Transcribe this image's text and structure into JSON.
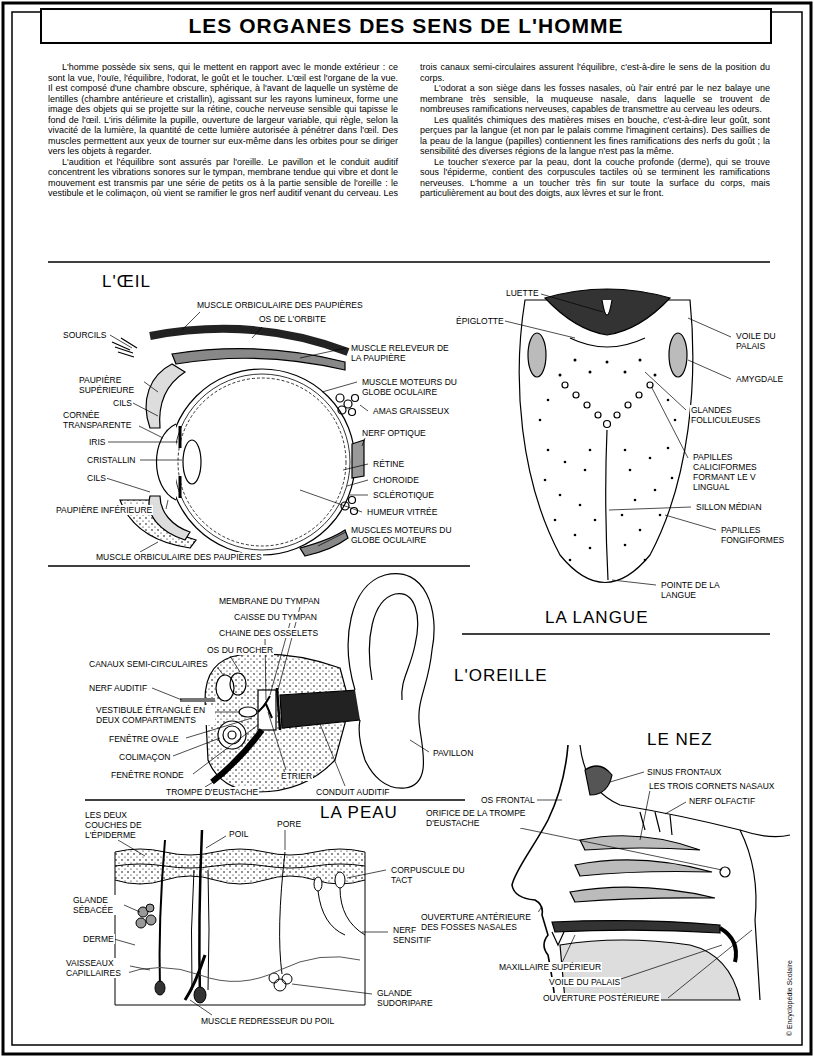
{
  "diagram": {
    "title": "LES ORGANES DES SENS DE L'HOMME",
    "labels": [
      "L'homme possède six sens, qui le mettent en rapport avec le monde extérieur : ce sont la vue, l'ouïe, l'équilibre, l'odorat, le goût et le toucher. L'œil est l'organe de la vue. Il est composé d'une chambre obscure, sphérique, à l'avant de laquelle un système de lentilles (chambre antérieure et cristallin), agissant sur les rayons lumineux, forme une image des objets qui se projette sur la rétine, couche nerveuse sensible qui tapisse le fond de l'œil. L'iris délimite la pupille, ouverture de largeur variable, qui règle, selon la vivacité de la lumière, la quantité de cette lumière autorisée à pénétrer dans l'œil. Des muscles permettent aux yeux de tourner sur eux-même dans les orbites pour se diriger vers les objets à regarder.",
      "L'audition et l'équilibre sont assurés par l'oreille. Le pavillon et le conduit auditif concentrent les vibrations sonores sur le tympan, membrane tendue qui vibre et dont le mouvement est transmis par une série de petits os à la partie sensible de l'oreille : le vestibule et le colimaçon, où vient se ramifier le gros nerf auditif venant du cerveau. Les trois canaux semi-circulaires assurent l'équilibre, c'est-à-dire le sens de la position du corps.",
      "L'odorat a son siège dans les fosses nasales, où l'air entré par le nez balaye une membrane très sensible, la muqueuse nasale, dans laquelle se trouvent de nombreuses ramifications nerveuses, capables de transmettre au cerveau les odeurs.",
      "Les qualités chimiques des matières mises en bouche, c'est-à-dire leur goût, sont perçues par la langue (et non par le palais comme l'imaginent certains). Des saillies de la peau de la langue (papilles) contiennent les fines ramifications des nerfs du goût ; la sensibilité des diverses régions de la langue n'est pas la même.",
      "Le toucher s'exerce par la peau, dont la couche profonde (derme), qui se trouve sous l'épiderme, contient des corpuscules tactiles où se terminent les ramifications nerveuses. L'homme a un toucher très fin sur toute la surface du corps, mais particulièrement au bout des doigts, aux lèvres et sur le front.",
      "L'ŒIL",
      "MUSCLE ORBICULAIRE DES PAUPIÈRES",
      "OS DE L'ORBITE",
      "SOURCILS",
      "MUSCLE RELEVEUR DE LA PAUPIÈRE",
      "PAUPIÈRE SUPÉRIEURE",
      "CILS",
      "MUSCLE MOTEURS DU GLOBE OCULAIRE",
      "AMAS GRAISSEUX",
      "CORNÉE TRANSPARENTE",
      "IRIS",
      "NERF OPTIQUE",
      "CRISTALLIN",
      "RÉTINE",
      "CILS",
      "CHOROIDE",
      "SCLÉROTIQUE",
      "PAUPIÈRE INFÉRIEURE",
      "HUMEUR VITRÉE",
      "MUSCLES MOTEURS DU GLOBE OCULAIRE",
      "MUSCLE ORBICULAIRE DES PAUPIÈRES",
      "LUETTE",
      "ÉPIGLOTTE",
      "VOILE DU PALAIS",
      "AMYGDALE",
      "GLANDES FOLLICULEUSES",
      "PAPILLES CALICIFORMES FORMANT LE V LINGUAL",
      "SILLON MÉDIAN",
      "PAPILLES FONGIFORMES",
      "POINTE DE LA LANGUE",
      "LA LANGUE",
      "MEMBRANE DU TYMPAN",
      "CAISSE DU TYMPAN",
      "CHAINE DES OSSELETS",
      "OS DU ROCHER",
      "CANAUX SEMI-CIRCULAIRES",
      "L'OREILLE",
      "NERF AUDITIF",
      "VESTIBULE ÉTRANGLÉ EN DEUX COMPARTIMENTS",
      "FENÊTRE OVALE",
      "COLIMAÇON",
      "FENÊTRE RONDE",
      "ÉTRIER",
      "TROMPE D'EUSTACHE",
      "CONDUIT AUDITIF",
      "PAVILLON",
      "LE NEZ",
      "SINUS FRONTAUX",
      "LES TROIS CORNETS NASAUX",
      "OS FRONTAL",
      "NERF OLFACTIF",
      "ORIFICE DE LA TROMPE D'EUSTACHE",
      "LA PEAU",
      "LES DEUX COUCHES DE L'ÉPIDERME",
      "POIL",
      "PORE",
      "CORPUSCULE DU TACT",
      "GLANDE SÉBACÉE",
      "DERME",
      "NERF SENSITIF",
      "VAISSEAUX CAPILLAIRES",
      "GLANDE SUDORIPARE",
      "MUSCLE REDRESSEUR DU POIL",
      "OUVERTURE ANTÉRIEURE DES FOSSES NASALES",
      "MAXILLAIRE SUPÉRIEUR",
      "VOILE DU PALAIS",
      "OUVERTURE POSTÉRIEURE",
      "© Encyclopédie Scolaire"
    ]
  }
}
